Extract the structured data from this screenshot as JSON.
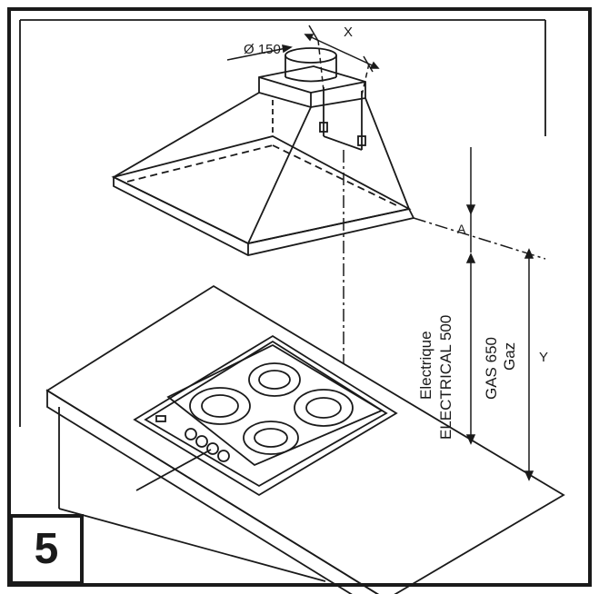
{
  "figure": {
    "step_number": "5",
    "labels": {
      "diameter": "Ø 150",
      "x": "X",
      "a": "A",
      "y": "Y",
      "electrique": "Electrique",
      "electrical": "ELECTRICAL 500",
      "gas": "GAS 650",
      "gaz": "Gaz"
    }
  }
}
